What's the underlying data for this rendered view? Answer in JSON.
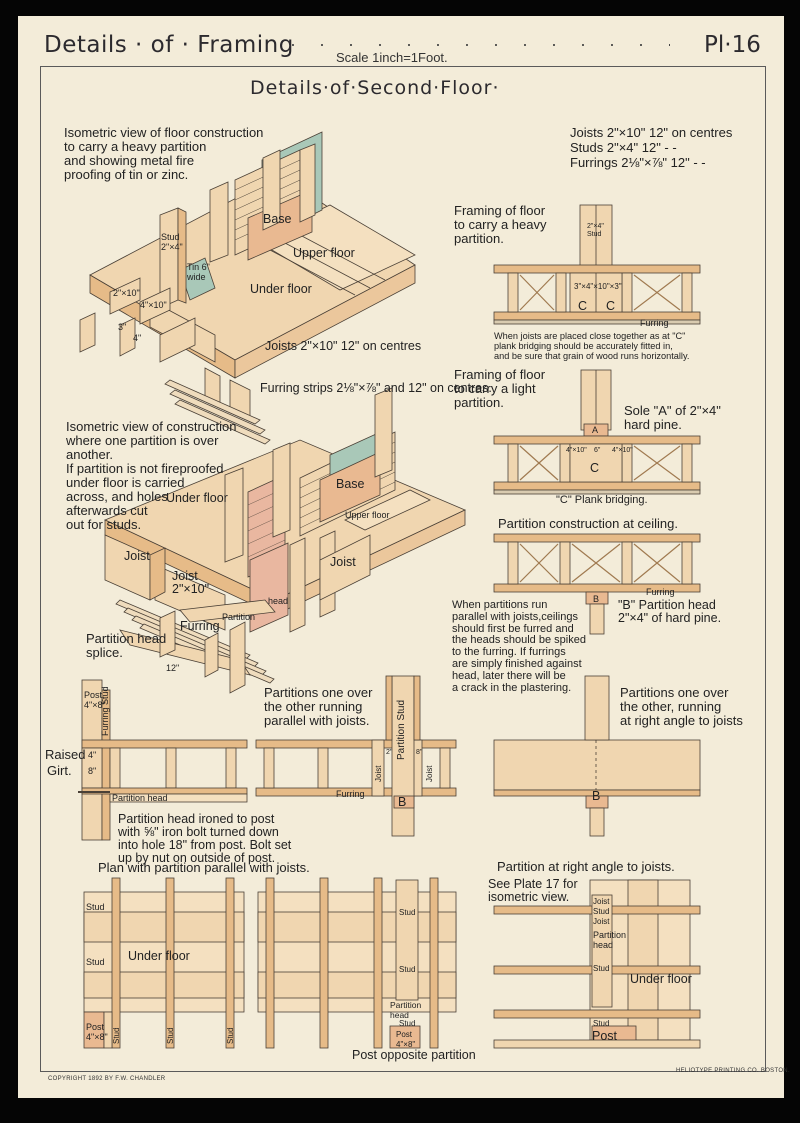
{
  "header": {
    "title": "Details · of · Framing",
    "dots": "· · · · · · · · · · · · · · · · · · · · · · · · ·",
    "scale": "Scale 1inch=1Foot.",
    "plate": "Pl·16"
  },
  "subtitle": "Details·of·Second·Floor·",
  "spec": {
    "joists": "Joists 2\"×10\"   12\" on centres",
    "studs": "Studs 2\"×4\"   12\"   -   -",
    "furrings": "Furrings 2⅛\"×⅞\" 12\"   -   -"
  },
  "isometric1": {
    "caption": "Isometric view of floor construction\nto carry a heavy partition\nand showing metal fire\nproofing of tin or zinc.",
    "stud": "Stud\n2\"×4\"",
    "tin": "Tin 6\"\nwide",
    "base": "Base",
    "upper_floor": "Upper floor",
    "under_floor": "Under floor",
    "joists": "Joists 2\"×10\" 12\" on centres",
    "furring_strips": "Furring strips 2⅛\"×⅞\" and 12\" on centres.",
    "dim_2x10": "2\"×10\"",
    "dim_4x10": "4\"×10\"",
    "dim_3": "3\"",
    "dim_4": "4\""
  },
  "isometric2": {
    "caption": "Isometric view of construction\n  where one partition is over\n  another.\nIf partition is not fireproofed\n  under floor is carried\n  across, and holes\n  afterwards cut\n  out for studs.",
    "under_floor": "Under floor",
    "base": "Base",
    "upper_floor": "Upper floor",
    "joist": "Joist",
    "joist2": "Joist\n2\"×10\"",
    "joist3": "Joist",
    "head": "head",
    "partition": "Partition",
    "furring": "Furring",
    "splice": "Partition head\nsplice.",
    "twelve": "12\""
  },
  "framing_heavy": {
    "title": "Framing of floor\nto carry a heavy\npartition.",
    "stud": "2\"×4\"\nStud",
    "dims": "3\"×4\"×10\"×3\"",
    "c1": "C",
    "c2": "C",
    "furring": "Furring",
    "note": "When joists are placed close together as at \"C\"\nplank bridging should be accurately fitted in,\nand be sure that grain of wood runs horizontally."
  },
  "framing_light": {
    "title": "Framing of floor\nto carry a light\npartition.",
    "sole": "Sole \"A\" of 2\"×4\"\nhard pine.",
    "a": "A",
    "c": "C",
    "left_dim": "4\"×10\"",
    "mid_dim": "6\"",
    "right_dim": "4\"×10\"",
    "bridging": "\"C\" Plank bridging."
  },
  "ceiling": {
    "title": "Partition construction at ceiling.",
    "furring": "Furring",
    "b": "B",
    "b_note": "\"B\" Partition head\n2\"×4\" of hard pine.",
    "note": "When partitions run\nparallel with joists,ceilings\nshould first be furred and\nthe heads should be spiked\nto the furring. If furrings\nare simply finished against\nhead, later there will be\na crack in the plastering."
  },
  "section_left": {
    "post": "Post\n4\"×8\"",
    "furring_stud": "Furring Stud",
    "raised": "Raised",
    "girt": "Girt.",
    "dim_4": "4\"",
    "dim_8": "8\"",
    "partition_head": "Partition head",
    "note": "Partition head ironed to post\nwith ⅝\" iron bolt turned down\ninto hole 18\" from post. Bolt set\nup by nut on outside of post."
  },
  "section_mid": {
    "title": "Partitions one over\nthe other running\nparallel with joists.",
    "partition_stud": "Partition Stud",
    "joist_l": "Joist",
    "joist_r": "Joist",
    "dim_2": "2\"",
    "dim_8": "8\"",
    "furring": "Furring",
    "b": "B"
  },
  "section_right": {
    "title": "Partitions one over\nthe other, running\nat right angle to joists",
    "b": "B"
  },
  "plan_parallel": {
    "title": "Plan with partition parallel with joists.",
    "under_floor": "Under floor",
    "stud_a": "Stud",
    "stud_b": "Stud",
    "post": "Post\n4\"×8\"",
    "stud_c": "Stud",
    "stud_d": "Stud",
    "stud_e": "Stud",
    "stud_f": "Stud",
    "stud_g": "Stud",
    "partition_head": "Partition\nhead",
    "stud_h": "Stud",
    "post2": "Post\n4\"×8\"",
    "post_opposite": "Post opposite partition"
  },
  "plan_right": {
    "title": "Partition at right angle to joists.",
    "see": "See Plate 17 for\nisometric view.",
    "joist1": "Joist",
    "stud1": "Stud",
    "joist2": "Joist",
    "partition_head": "Partition\nhead",
    "stud2": "Stud",
    "under_floor": "Under floor",
    "stud3": "Stud",
    "post": "Post"
  },
  "footer": {
    "copyright": "COPYRIGHT 1892 BY F.W. CHANDLER",
    "printer": "HELIOTYPE PRINTING CO. BOSTON."
  },
  "colors": {
    "wood": "#f0d6b0",
    "wood_dark": "#e6bb88",
    "tin": "#a9c8b8",
    "brick": "#e9b7a0",
    "line": "#4a4036",
    "paper": "#f3ecd9"
  }
}
